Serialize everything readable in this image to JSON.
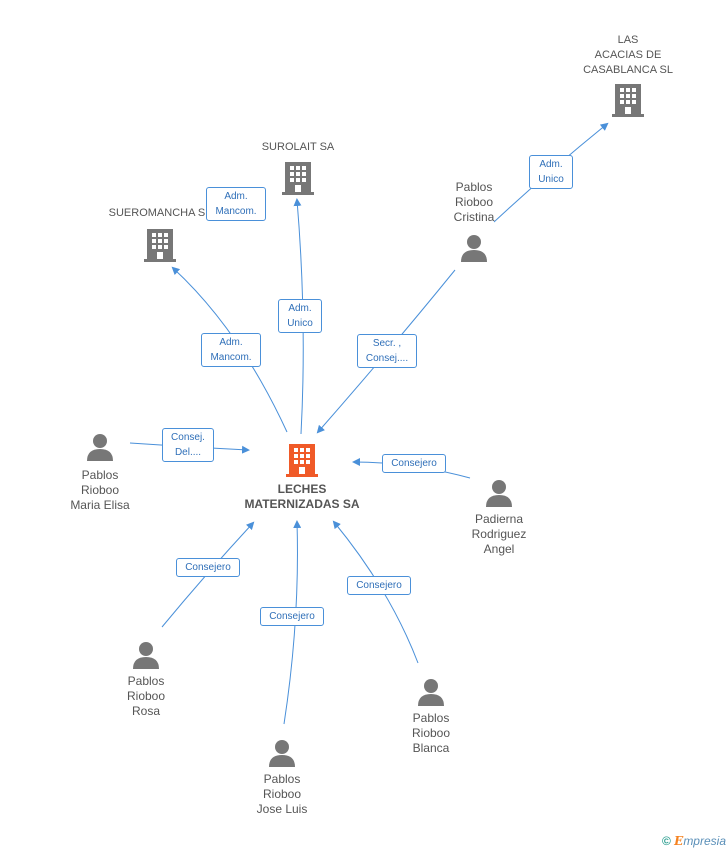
{
  "center": {
    "label": "LECHES\nMATERNIZADAS SA",
    "color": "#f05a28"
  },
  "companies": {
    "suerom": {
      "label": "SUEROMANCHA SL"
    },
    "surolait": {
      "label": "SUROLAIT SA"
    },
    "acacias": {
      "label": "LAS\nACACIAS DE\nCASABLANCA SL"
    }
  },
  "persons": {
    "cristina": {
      "label": "Pablos\nRioboo\nCristina"
    },
    "maria": {
      "label": "Pablos\nRioboo\nMaria Elisa"
    },
    "padierna": {
      "label": "Padierna\nRodriguez\nAngel"
    },
    "rosa": {
      "label": "Pablos\nRioboo\nRosa"
    },
    "blanca": {
      "label": "Pablos\nRioboo\nBlanca"
    },
    "joseluis": {
      "label": "Pablos\nRioboo\nJose Luis"
    }
  },
  "badges": {
    "suerom_top": "Adm.\nMancom.",
    "suerom_low": "Adm.\nMancom.",
    "surolait": "Adm.\nUnico",
    "acacias": "Adm.\nUnico",
    "cristina": "Secr. ,\nConsej....",
    "maria": "Consej.\nDel....",
    "padierna": "Consejero",
    "rosa": "Consejero",
    "joseluis": "Consejero",
    "blanca": "Consejero"
  },
  "colors": {
    "edge": "#4a90d9",
    "icon": "#777777"
  },
  "footer": {
    "copyright": "©",
    "brand_first": "E",
    "brand_rest": "mpresia"
  }
}
